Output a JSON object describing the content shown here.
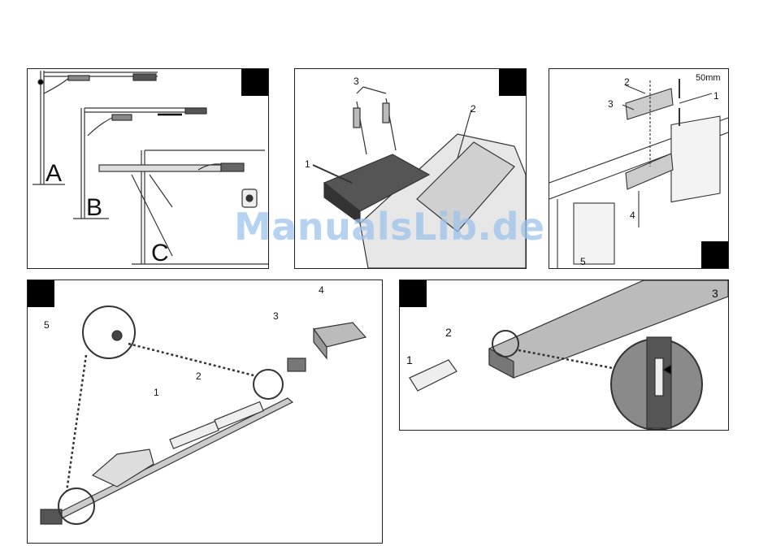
{
  "watermark": "ManualsLib.de",
  "panel1": {
    "labels": {
      "a": "A",
      "b": "B",
      "c": "C"
    }
  },
  "panel2": {
    "labels": {
      "one": "1",
      "two": "2",
      "three": "3"
    }
  },
  "panel3": {
    "labels": {
      "one": "1",
      "two": "2",
      "three": "3",
      "four": "4",
      "five": "5",
      "dimension": "50mm"
    }
  },
  "panel4": {
    "labels": {
      "one": "1",
      "two": "2",
      "three": "3",
      "four": "4",
      "five": "5"
    }
  },
  "panel5": {
    "labels": {
      "one": "1",
      "two": "2",
      "three": "3"
    }
  }
}
